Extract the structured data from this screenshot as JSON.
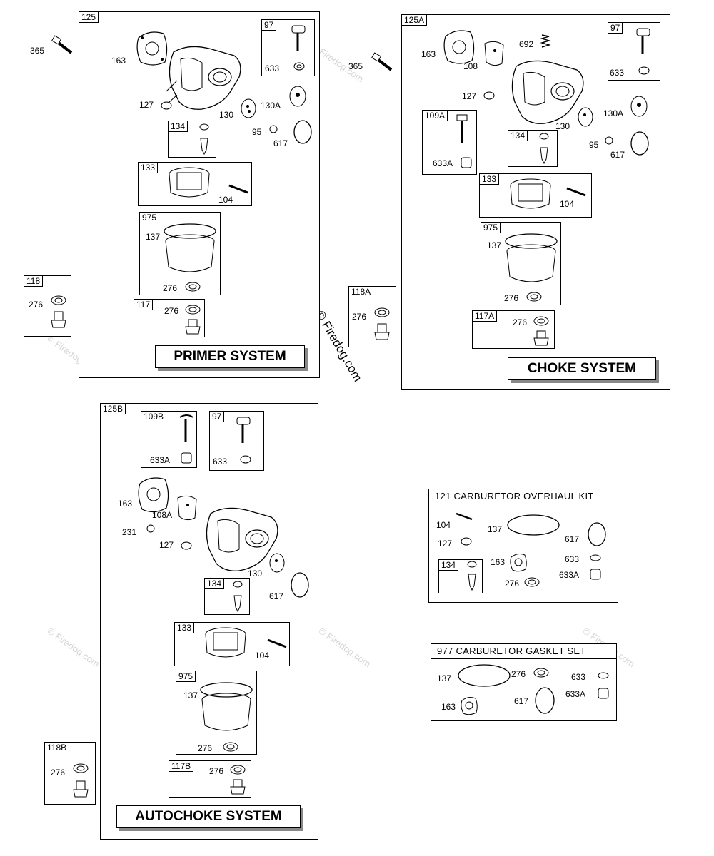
{
  "watermark": "© Firedog.com",
  "primer": {
    "id": "125",
    "title": "PRIMER SYSTEM",
    "labels": {
      "p365": "365",
      "p163": "163",
      "p127": "127",
      "p130": "130",
      "p130a": "130A",
      "p95": "95",
      "p617": "617",
      "p104": "104",
      "p137": "137",
      "p276": "276"
    },
    "kit97": {
      "id": "97",
      "part": "633"
    },
    "kit134": {
      "id": "134"
    },
    "kit133": {
      "id": "133"
    },
    "kit975": {
      "id": "975"
    },
    "kit118": {
      "id": "118",
      "part": "276"
    },
    "kit117": {
      "id": "117",
      "part": "276"
    }
  },
  "choke": {
    "id": "125A",
    "title": "CHOKE SYSTEM",
    "labels": {
      "p365": "365",
      "p163": "163",
      "p108": "108",
      "p692": "692",
      "p127": "127",
      "p130": "130",
      "p130a": "130A",
      "p95": "95",
      "p617": "617",
      "p104": "104",
      "p137": "137",
      "p276": "276"
    },
    "kit97": {
      "id": "97",
      "part": "633"
    },
    "kit109a": {
      "id": "109A",
      "part": "633A"
    },
    "kit134": {
      "id": "134"
    },
    "kit133": {
      "id": "133"
    },
    "kit975": {
      "id": "975"
    },
    "kit118a": {
      "id": "118A",
      "part": "276"
    },
    "kit117a": {
      "id": "117A",
      "part": "276"
    }
  },
  "autochoke": {
    "id": "125B",
    "title": "AUTOCHOKE SYSTEM",
    "labels": {
      "p163": "163",
      "p108a": "108A",
      "p231": "231",
      "p127": "127",
      "p130": "130",
      "p617": "617",
      "p104": "104",
      "p137": "137",
      "p276": "276"
    },
    "kit109b": {
      "id": "109B",
      "part": "633A"
    },
    "kit97": {
      "id": "97",
      "part": "633"
    },
    "kit134": {
      "id": "134"
    },
    "kit133": {
      "id": "133"
    },
    "kit975": {
      "id": "975"
    },
    "kit118b": {
      "id": "118B",
      "part": "276"
    },
    "kit117b": {
      "id": "117B",
      "part": "276"
    }
  },
  "overhaul_kit": {
    "title": "121 CARBURETOR OVERHAUL KIT",
    "labels": {
      "p104": "104",
      "p127": "127",
      "p137": "137",
      "p617": "617",
      "p633": "633",
      "p633a": "633A",
      "p163": "163",
      "p276": "276"
    },
    "kit134": {
      "id": "134"
    }
  },
  "gasket_set": {
    "title": "977 CARBURETOR GASKET SET",
    "labels": {
      "p137": "137",
      "p276": "276",
      "p633": "633",
      "p163": "163",
      "p617": "617",
      "p633a": "633A"
    }
  }
}
